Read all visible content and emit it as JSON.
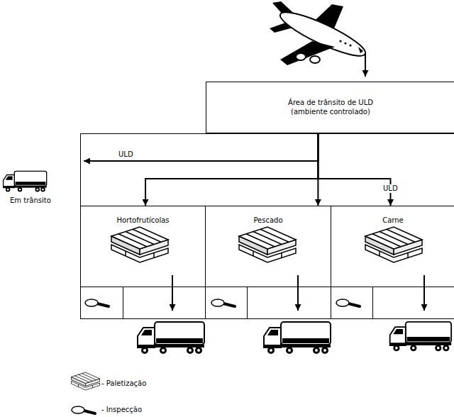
{
  "diagram": {
    "nodes": [
      {
        "text": [
          "Área de trânsito de ULD (ambiente controlado)"
        ]
      },
      {
        "text": [
          "Em trânsito"
        ]
      },
      {
        "text": [
          "Hortofrutícolas"
        ]
      },
      {
        "text": [
          "Pescado"
        ]
      },
      {
        "text": [
          "Carne"
        ]
      }
    ],
    "edges": [
      {
        "from": 0,
        "to": 1,
        "arrow": "to",
        "label": "ULD"
      },
      {
        "from": 0,
        "to": 2,
        "arrow": "to"
      },
      {
        "from": 0,
        "to": 3,
        "arrow": "to"
      },
      {
        "from": 0,
        "to": 4,
        "arrow": "to",
        "label": "ULD"
      }
    ],
    "legend": [
      {
        "text": "- Paletização"
      },
      {
        "text": "- Inspecção"
      }
    ]
  }
}
